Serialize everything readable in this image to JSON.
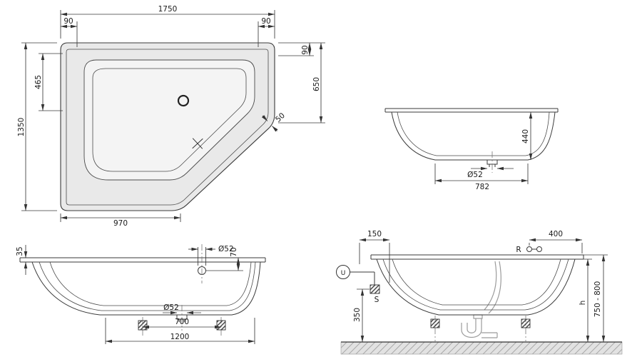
{
  "drawing": {
    "plan": {
      "width_total": "1750",
      "rim_left": "90",
      "rim_right": "90",
      "rim_right_side": "90",
      "basin_left": "465",
      "side_right": "650",
      "height_total": "1350",
      "bottom_width": "970",
      "rim_diagonal": "50"
    },
    "section": {
      "depth": "440",
      "drain_dia": "Ø52",
      "bottom_width": "782"
    },
    "side": {
      "rim_height": "35",
      "overflow_dia": "Ø52",
      "overflow_offset": "70",
      "drain_dia": "Ø52",
      "feet_span": "700",
      "base_span": "1200"
    },
    "install": {
      "supply_offset": "150",
      "fitting_offset": "400",
      "label_r": "R",
      "label_s": "S",
      "label_u": "U",
      "connection_height": "350",
      "label_h": "h",
      "install_height": "750 - 800"
    },
    "colors": {
      "line": "#3a3a3a",
      "fill_tub": "#e9e9e9",
      "fill_basin": "#f4f4f4",
      "fill_floor": "#e2e2e2",
      "pipe": "#9b9b9b"
    }
  }
}
